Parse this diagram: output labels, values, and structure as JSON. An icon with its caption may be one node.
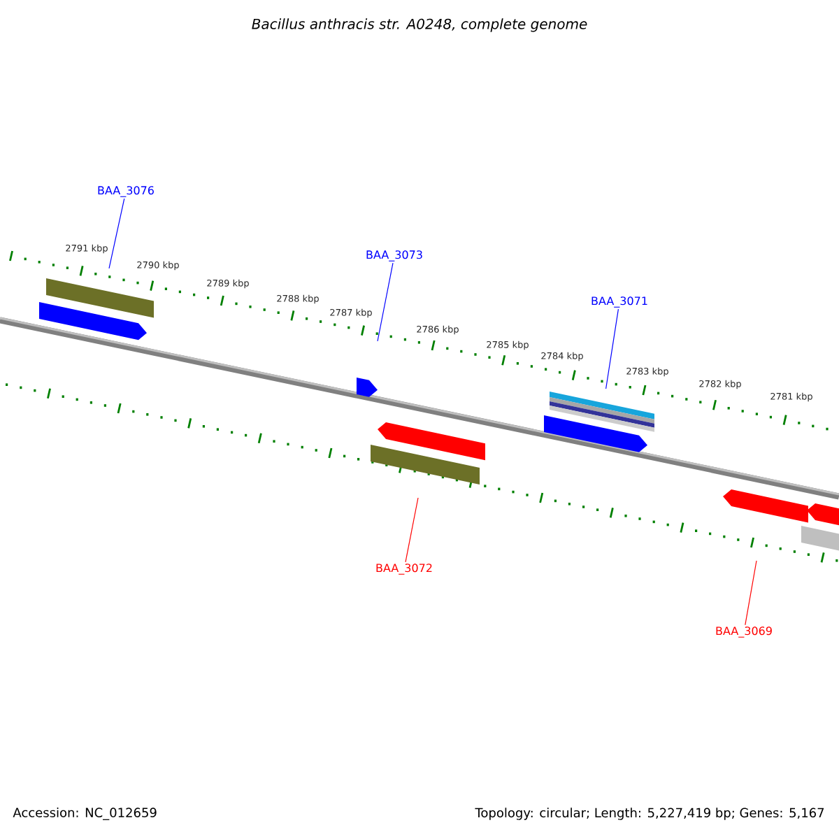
{
  "diagram": {
    "title": "Bacillus anthracis str. A0248, complete genome",
    "nodes": [
      {
        "text": [
          "BAA_3076"
        ]
      },
      {
        "text": [
          "BAA_3073"
        ]
      },
      {
        "text": [
          "BAA_3071"
        ]
      },
      {
        "text": [
          "BAA_3072"
        ]
      },
      {
        "text": [
          "BAA_3069"
        ]
      }
    ],
    "edges": [
      {
        "from": 0,
        "to": null,
        "arrow": "none"
      },
      {
        "from": 1,
        "to": null,
        "arrow": "none"
      },
      {
        "from": 2,
        "to": null,
        "arrow": "none"
      },
      {
        "from": 3,
        "to": null,
        "arrow": "none",
        "color": "#ff0000"
      },
      {
        "from": 4,
        "to": null,
        "arrow": "none",
        "color": "#ff0000"
      }
    ],
    "labels": [
      "2791 kbp",
      "2790 kbp",
      "2789 kbp",
      "2788 kbp",
      "2787 kbp",
      "2786 kbp",
      "2785 kbp",
      "2784 kbp",
      "2783 kbp",
      "2782 kbp",
      "2781 kbp",
      "Accession: NC_012659",
      "Topology: circular; Length: 5,227,419 bp; Genes: 5,167"
    ]
  }
}
